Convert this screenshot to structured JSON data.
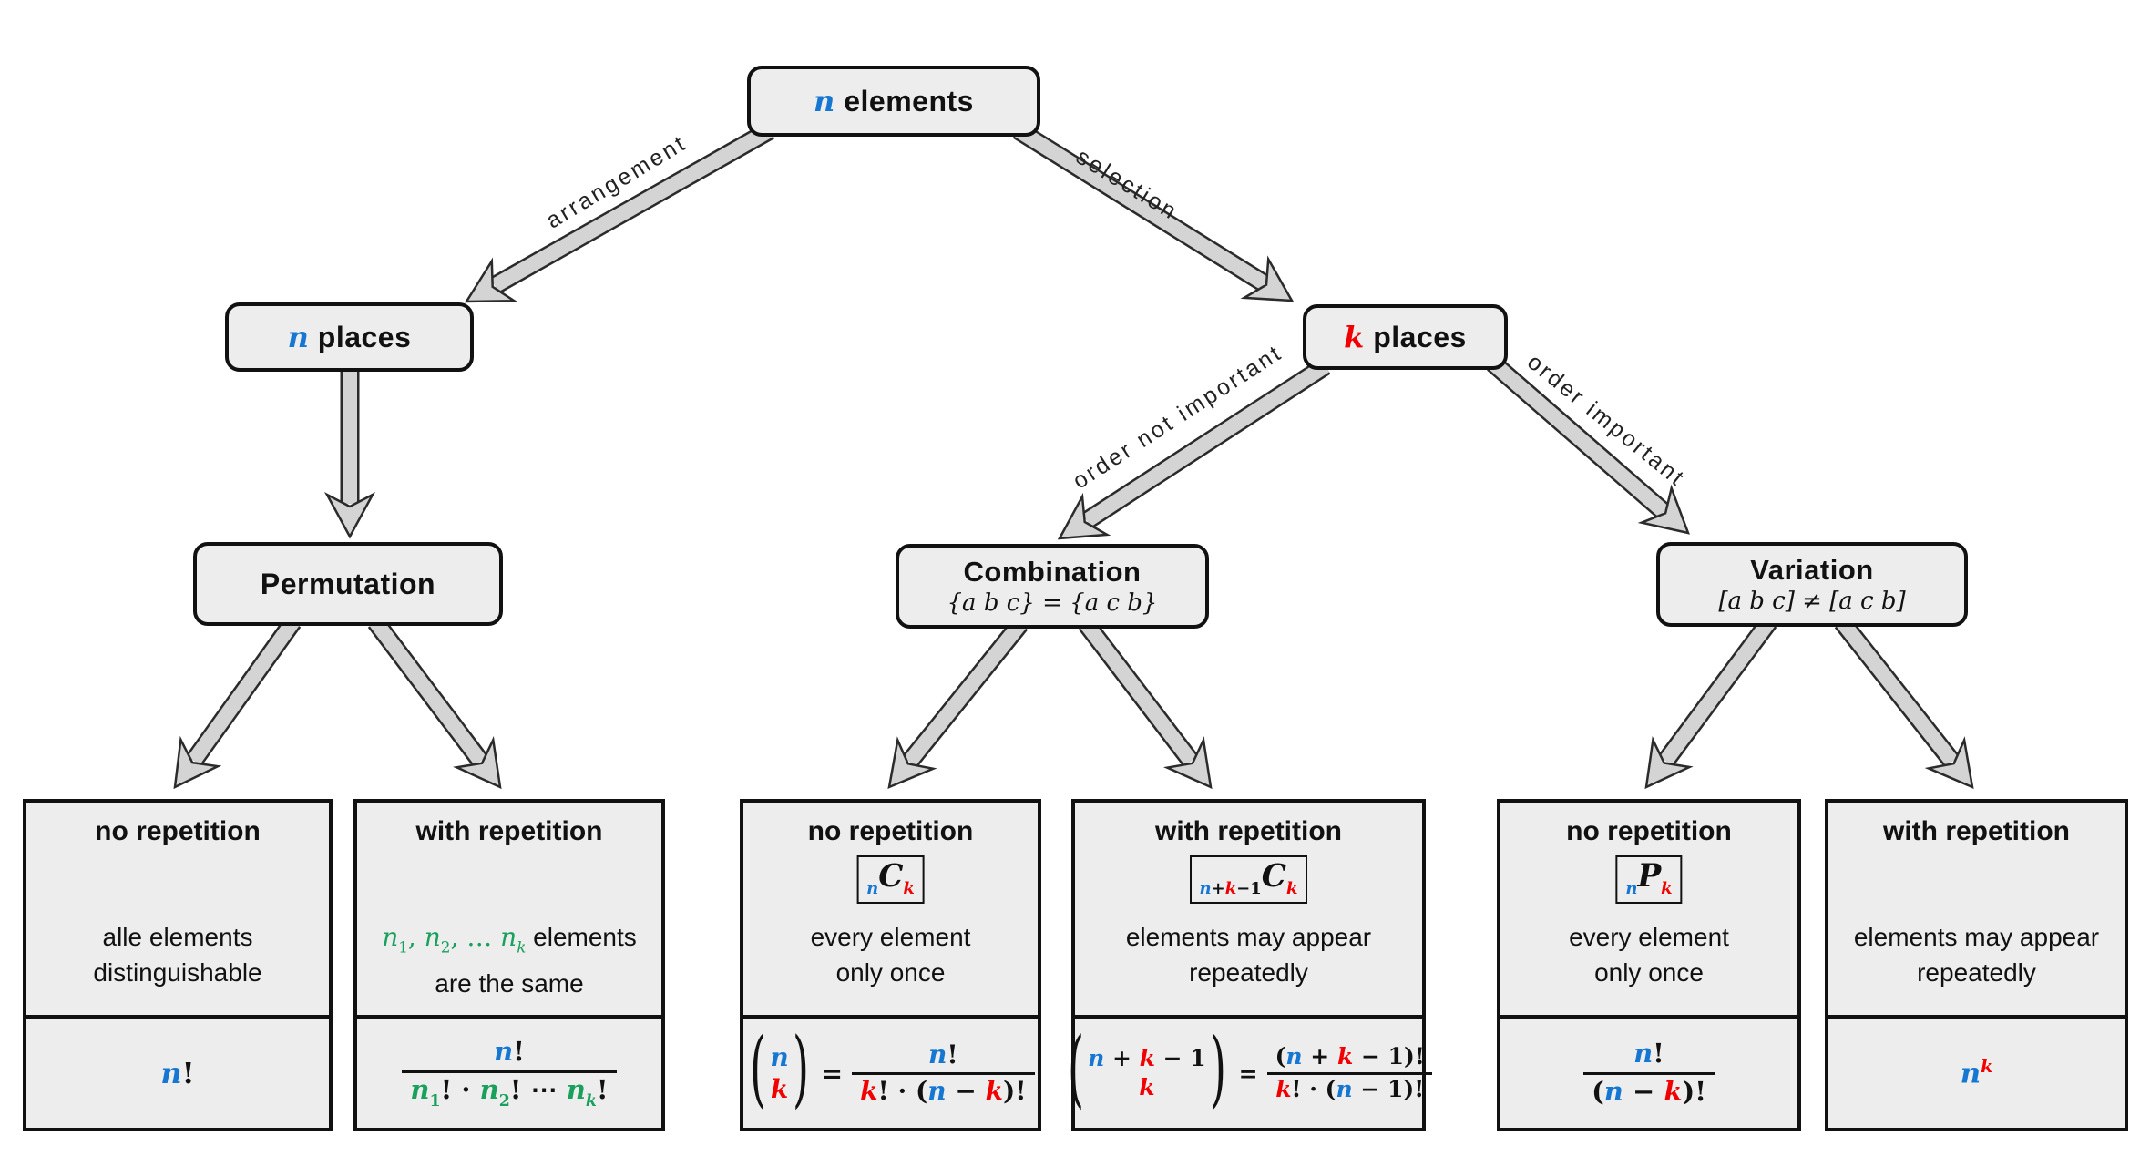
{
  "colors": {
    "blue": "#1577d2",
    "red": "#f20000",
    "green": "#18a05c",
    "box_fill": "#ededed",
    "arrow_fill": "#d4d4d4",
    "arrow_edge": "#2b2b2b"
  },
  "nodes": {
    "root": [
      [
        "n",
        "v b"
      ],
      [
        " elements",
        "d"
      ]
    ],
    "n_places": [
      [
        "n",
        "v b"
      ],
      [
        " places",
        "d"
      ]
    ],
    "k_places": [
      [
        "k",
        "v r"
      ],
      [
        " places",
        "d"
      ]
    ],
    "permutation": {
      "title": "Permutation"
    },
    "combination": {
      "title": "Combination",
      "subtitle": "{a b c} = {a c b}"
    },
    "variation": {
      "title": "Variation",
      "subtitle": "[a b c] ≠ [a c b]"
    }
  },
  "edges": {
    "arrangement": "arrangement",
    "selection": "selection",
    "order_not_important": "order not important",
    "order_important": "order important"
  },
  "leaves": {
    "perm_no": {
      "title": "no repetition",
      "desc": [
        "alle elements",
        "distinguishable"
      ],
      "formula": [
        [
          "n",
          "v b"
        ],
        [
          "!",
          "m k"
        ]
      ]
    },
    "perm_with": {
      "title": "with repetition",
      "desc_rich": [
        [
          "n",
          "vl g"
        ],
        [
          "1",
          "ml g ss"
        ],
        [
          ", ",
          "ml g"
        ],
        [
          "n",
          "vl g"
        ],
        [
          "2",
          "ml g ss"
        ],
        [
          ", … ",
          "ml g"
        ],
        [
          "n",
          "vl g"
        ],
        [
          "k",
          "vl g ss"
        ],
        [
          " elements",
          "d"
        ]
      ],
      "desc2": "are the same",
      "frac": {
        "num": [
          [
            "n",
            "v b"
          ],
          [
            "!",
            "m k"
          ]
        ],
        "den": [
          [
            "n",
            "v g"
          ],
          [
            "1",
            "m g ss"
          ],
          [
            "! · ",
            "m k"
          ],
          [
            "n",
            "v g"
          ],
          [
            "2",
            "m g ss"
          ],
          [
            "! ⋯ ",
            "m k"
          ],
          [
            "n",
            "v g"
          ],
          [
            "k",
            "v g ss"
          ],
          [
            "!",
            "m k"
          ]
        ]
      }
    },
    "comb_no": {
      "title": "no repetition",
      "badge": [
        [
          "n",
          "v b ss"
        ],
        [
          "C",
          "v k cbig"
        ],
        [
          "k",
          "v r ss"
        ]
      ],
      "desc": [
        "every element",
        "only once"
      ],
      "binom": {
        "top": [
          [
            "n",
            "v b"
          ]
        ],
        "bot": [
          [
            "k",
            "v r"
          ]
        ]
      },
      "eq": "=",
      "frac": {
        "num": [
          [
            "n",
            "v b"
          ],
          [
            "!",
            "m k"
          ]
        ],
        "den": [
          [
            "k",
            "v r"
          ],
          [
            "! · (",
            "m k"
          ],
          [
            "n",
            "v b"
          ],
          [
            " − ",
            "m k"
          ],
          [
            "k",
            "v r"
          ],
          [
            ")!",
            "m k"
          ]
        ]
      }
    },
    "comb_with": {
      "title": "with repetition",
      "badge": [
        [
          "n",
          "v b ss"
        ],
        [
          "+",
          "m k ss"
        ],
        [
          "k",
          "v r ss"
        ],
        [
          "−1",
          "m k ss"
        ],
        [
          "C",
          "v k cbig"
        ],
        [
          "k",
          "v r ss"
        ]
      ],
      "desc": [
        "elements may appear",
        "repeatedly"
      ],
      "binom": {
        "top": [
          [
            "n",
            "v b"
          ],
          [
            " + ",
            "m k"
          ],
          [
            "k",
            "v r"
          ],
          [
            " − 1",
            "m k"
          ]
        ],
        "bot": [
          [
            "k",
            "v r"
          ]
        ]
      },
      "eq": "=",
      "frac": {
        "num": [
          [
            "(",
            "m k"
          ],
          [
            "n",
            "v b"
          ],
          [
            " + ",
            "m k"
          ],
          [
            "k",
            "v r"
          ],
          [
            " − 1)!",
            "m k"
          ]
        ],
        "den": [
          [
            "k",
            "v r"
          ],
          [
            "! · (",
            "m k"
          ],
          [
            "n",
            "v b"
          ],
          [
            " − 1)!",
            "m k"
          ]
        ]
      }
    },
    "var_no": {
      "title": "no repetition",
      "badge": [
        [
          "n",
          "v b ss"
        ],
        [
          "P",
          "v k cbig"
        ],
        [
          "k",
          "v r ss"
        ]
      ],
      "desc": [
        "every element",
        "only once"
      ],
      "frac": {
        "num": [
          [
            "n",
            "v b"
          ],
          [
            "!",
            "m k"
          ]
        ],
        "den": [
          [
            "(",
            "m k"
          ],
          [
            "n",
            "v b"
          ],
          [
            " − ",
            "m k"
          ],
          [
            "k",
            "v r"
          ],
          [
            ")!",
            "m k"
          ]
        ]
      }
    },
    "var_with": {
      "title": "with repetition",
      "desc": [
        "elements may appear",
        "repeatedly"
      ],
      "formula": [
        [
          "n",
          "v b"
        ],
        [
          "k",
          "v r sp"
        ]
      ]
    }
  }
}
